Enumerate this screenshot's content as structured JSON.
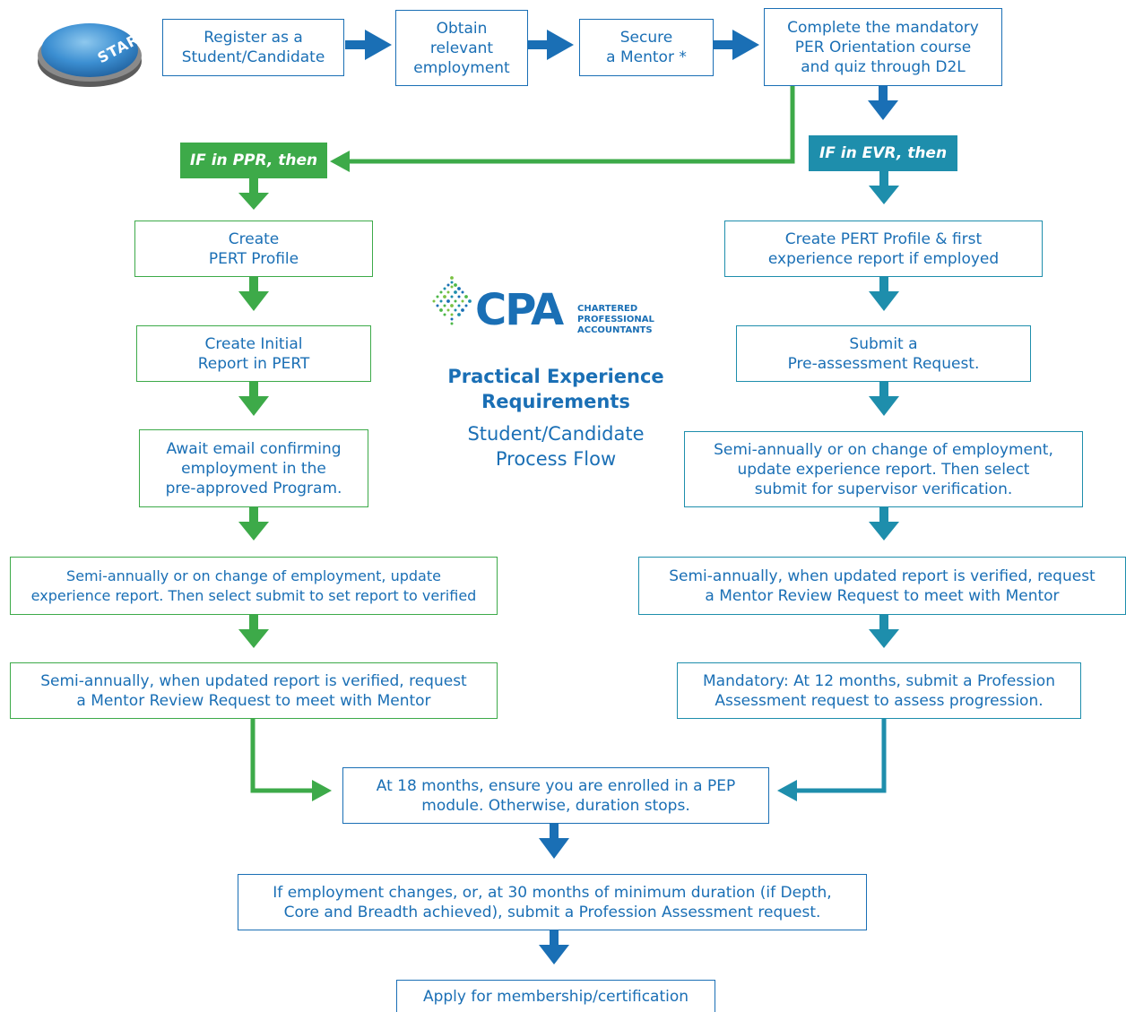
{
  "start_button": {
    "label": "START"
  },
  "top_row": [
    {
      "text": "Register as a\nStudent/Candidate"
    },
    {
      "text": "Obtain\nrelevant\nemployment"
    },
    {
      "text": "Secure\na Mentor *"
    },
    {
      "text": "Complete the mandatory\nPER Orientation course\nand quiz through D2L"
    }
  ],
  "ppr": {
    "tag": "IF in PPR, then",
    "steps": [
      "Create\nPERT Profile",
      "Create Initial\nReport in PERT",
      "Await email confirming\nemployment in the\npre-approved Program.",
      "Semi-annually or on change of employment, update\nexperience report. Then select submit to set report to verified",
      "Semi-annually, when updated report is verified, request\na Mentor Review Request to meet with Mentor"
    ]
  },
  "evr": {
    "tag": "IF in EVR, then",
    "steps": [
      "Create PERT Profile & first\nexperience report if employed",
      "Submit a\nPre-assessment Request.",
      "Semi-annually or on change of employment,\nupdate experience report. Then select\nsubmit for supervisor verification.",
      "Semi-annually, when updated report is verified, request\na Mentor Review Request to meet with Mentor",
      "Mandatory: At 12 months, submit a Profession\nAssessment request to assess progression."
    ]
  },
  "final": [
    "At 18 months, ensure you are enrolled in a PEP\nmodule. Otherwise, duration stops.",
    "If employment changes, or, at 30 months of minimum duration (if Depth,\nCore and Breadth achieved), submit a Profession Assessment request.",
    "Apply for membership/certification"
  ],
  "logo": {
    "wordmark": "CPA",
    "subtitle": "CHARTERED\nPROFESSIONAL\nACCOUNTANTS"
  },
  "title": "Practical Experience\nRequirements",
  "subtitle": "Student/Candidate\nProcess Flow",
  "colors": {
    "blue": "#1a6fb5",
    "green": "#3daa49",
    "teal": "#1e8eac"
  }
}
